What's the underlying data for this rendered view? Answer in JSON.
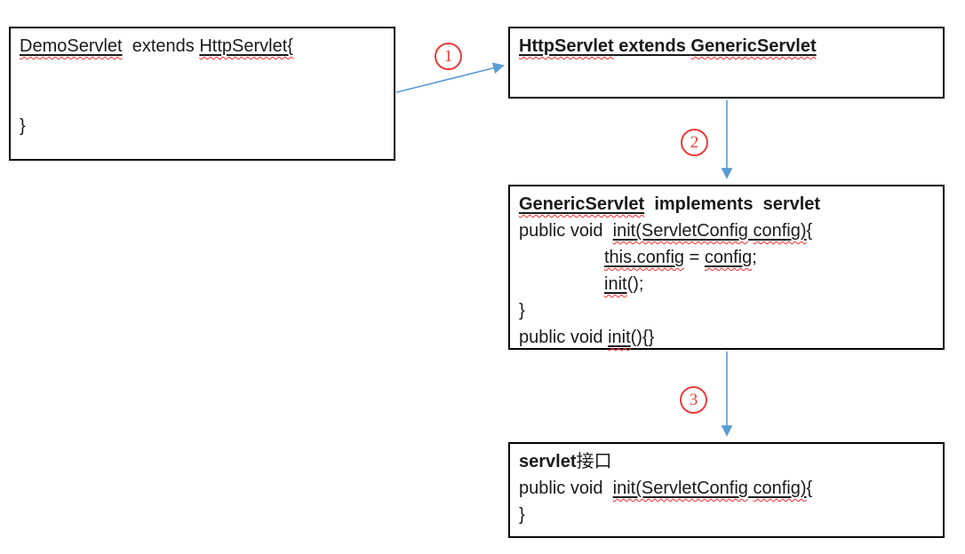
{
  "diagram": {
    "colors": {
      "arrow": "#5b9bd5",
      "badge": "#ed3a3a",
      "squiggle": "#ff2a2a",
      "box_border": "#000000",
      "text": "#1a1a1a"
    },
    "boxes": [
      {
        "id": "demo-servlet",
        "lines": [
          {
            "segments": [
              {
                "t": "DemoServlet",
                "u": true,
                "sp": true
              },
              {
                "t": "  extends "
              },
              {
                "t": "HttpServlet{",
                "u": true,
                "sp": true
              }
            ]
          },
          {
            "segments": []
          },
          {
            "segments": []
          },
          {
            "segments": [
              {
                "t": "}"
              }
            ]
          }
        ]
      },
      {
        "id": "http-servlet",
        "lines": [
          {
            "segments": [
              {
                "t": "HttpServlet",
                "b": true,
                "u": true,
                "sp": true
              },
              {
                "t": " extends ",
                "b": true,
                "u": true
              },
              {
                "t": "GenericServlet",
                "b": true,
                "u": true,
                "sp": true
              }
            ]
          }
        ]
      },
      {
        "id": "generic-servlet",
        "lines": [
          {
            "segments": [
              {
                "t": "GenericServlet",
                "b": true,
                "u": true,
                "sp": true
              },
              {
                "t": "  implements  servlet",
                "b": true
              }
            ]
          },
          {
            "segments": [
              {
                "t": "public void  "
              },
              {
                "t": "init(ServletConfig",
                "u": true,
                "sp": true
              },
              {
                "t": " ",
                "u": true
              },
              {
                "t": "config)",
                "u": true,
                "sp": true
              },
              {
                "t": "{"
              }
            ]
          },
          {
            "indent": true,
            "segments": [
              {
                "t": "this.config",
                "u": true,
                "sp": true
              },
              {
                "t": " = "
              },
              {
                "t": "config",
                "u": true,
                "sp": true
              },
              {
                "t": ";"
              }
            ]
          },
          {
            "indent": true,
            "segments": [
              {
                "t": "init",
                "u": true,
                "sp": true
              },
              {
                "t": "();"
              }
            ]
          },
          {
            "segments": [
              {
                "t": "}"
              }
            ]
          },
          {
            "segments": [
              {
                "t": "public void "
              },
              {
                "t": "init",
                "u": true,
                "sp": true
              },
              {
                "t": "(){}"
              }
            ]
          }
        ]
      },
      {
        "id": "servlet-interface",
        "lines": [
          {
            "segments": [
              {
                "t": "servlet",
                "b": true
              },
              {
                "t": "接口"
              }
            ]
          },
          {
            "segments": [
              {
                "t": "public void  "
              },
              {
                "t": "init(ServletConfig",
                "u": true,
                "sp": true
              },
              {
                "t": " ",
                "u": true
              },
              {
                "t": "config)",
                "u": true,
                "sp": true
              },
              {
                "t": "{"
              }
            ]
          },
          {
            "segments": [
              {
                "t": "}"
              }
            ]
          }
        ]
      }
    ],
    "arrows": [
      {
        "label": "1",
        "from": "demo-servlet",
        "to": "http-servlet"
      },
      {
        "label": "2",
        "from": "http-servlet",
        "to": "generic-servlet"
      },
      {
        "label": "3",
        "from": "generic-servlet",
        "to": "servlet-interface"
      }
    ]
  }
}
